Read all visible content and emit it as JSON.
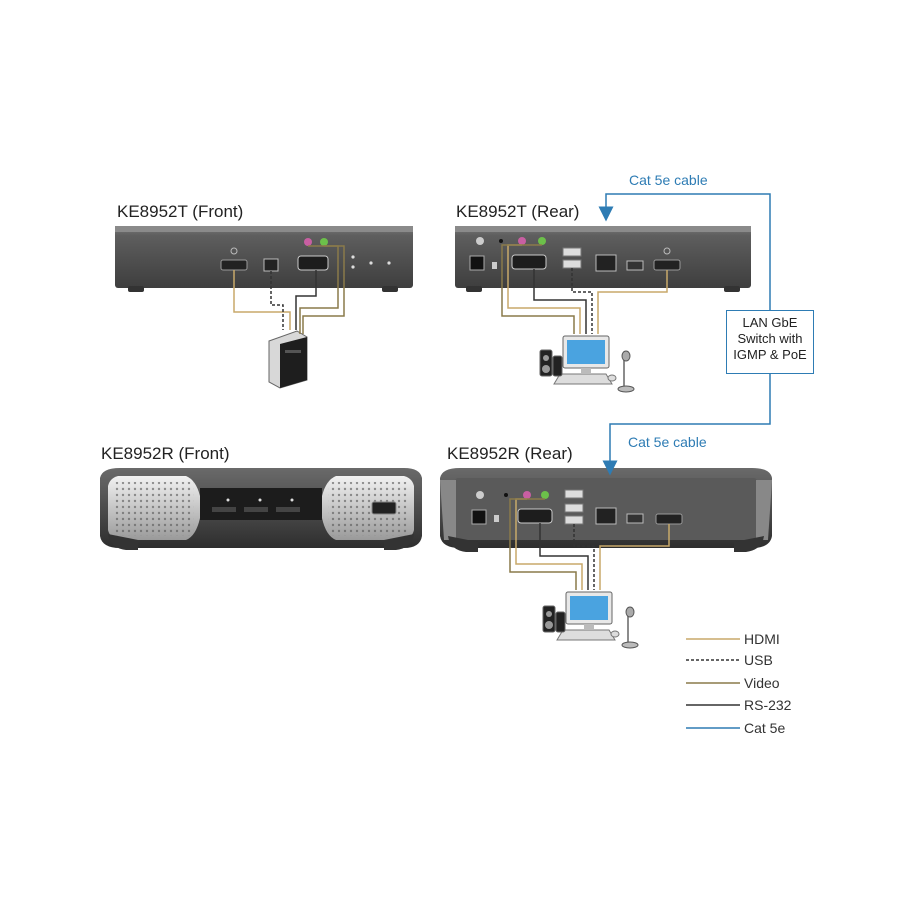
{
  "devices": {
    "tx_front": "KE8952T (Front)",
    "tx_rear": "KE8952T (Rear)",
    "rx_front": "KE8952R (Front)",
    "rx_rear": "KE8952R (Rear)"
  },
  "cables": {
    "top": "Cat 5e cable",
    "bottom": "Cat 5e cable"
  },
  "switch": {
    "line1": "LAN GbE",
    "line2": "Switch with",
    "line3": "IGMP & PoE"
  },
  "legend": [
    {
      "label": "HDMI",
      "color": "#c8a96a",
      "style": "solid"
    },
    {
      "label": "USB",
      "color": "#333333",
      "style": "dashed"
    },
    {
      "label": "Video",
      "color": "#8a7a4a",
      "style": "solid"
    },
    {
      "label": "RS-232",
      "color": "#333333",
      "style": "solid"
    },
    {
      "label": "Cat 5e",
      "color": "#2e7cb4",
      "style": "solid"
    }
  ],
  "colors": {
    "cat5e": "#2e7cb4",
    "hdmi": "#c8a96a",
    "video": "#8a7a4a",
    "device_body": "#5c5c5c"
  }
}
